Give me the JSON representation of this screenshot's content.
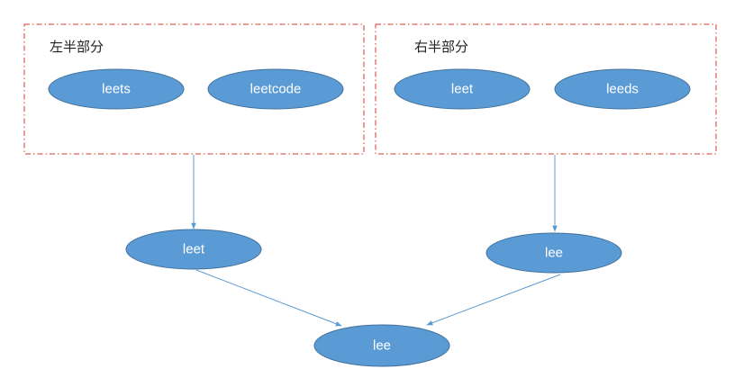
{
  "groups": {
    "left": {
      "label": "左半部分",
      "nodes": [
        "leets",
        "leetcode"
      ]
    },
    "right": {
      "label": "右半部分",
      "nodes": [
        "leet",
        "leeds"
      ]
    }
  },
  "middle": {
    "left_node": "leet",
    "right_node": "lee"
  },
  "result": {
    "node": "lee"
  },
  "colors": {
    "node_fill": "#5b9bd5",
    "node_border": "#41719c",
    "group_border": "#d9382f",
    "edge": "#5b9bd5",
    "node_text": "#ffffff"
  }
}
